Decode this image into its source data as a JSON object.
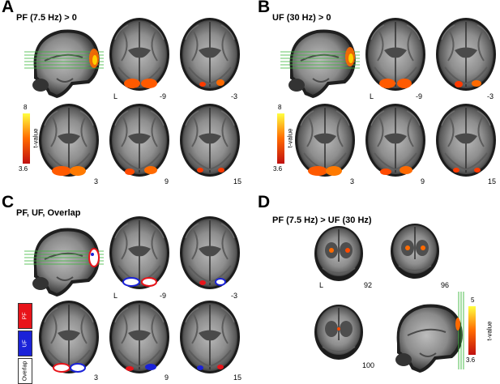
{
  "panels": [
    {
      "letter": "A",
      "title": "PF (7.5 Hz) > 0",
      "slices": [
        "-9",
        "-3",
        "3",
        "9",
        "15"
      ],
      "side": "L",
      "colorbar": {
        "max": "8",
        "min": "3.6",
        "label": "t-value"
      }
    },
    {
      "letter": "B",
      "title": "UF (30 Hz) > 0",
      "slices": [
        "-9",
        "-3",
        "3",
        "9",
        "15"
      ],
      "side": "L",
      "colorbar": {
        "max": "8",
        "min": "3.6",
        "label": "t-value"
      }
    },
    {
      "letter": "C",
      "title": "PF, UF, Overlap",
      "slices": [
        "-9",
        "-3",
        "3",
        "9",
        "15"
      ],
      "side": "L",
      "legend": [
        "PF",
        "UF",
        "Overlap"
      ]
    },
    {
      "letter": "D",
      "title": "PF (7.5 Hz) > UF (30 Hz)",
      "slices": [
        "92",
        "96",
        "100"
      ],
      "side": "L",
      "colorbar": {
        "max": "5",
        "min": "3.6",
        "label": "t-value"
      }
    }
  ],
  "colors": {
    "pf": "#e8141a",
    "uf": "#1a22d8",
    "overlap": "#ffffff",
    "hot_low": "#cc1010",
    "hot_high": "#ffff30",
    "ortho": "#3db83d"
  }
}
